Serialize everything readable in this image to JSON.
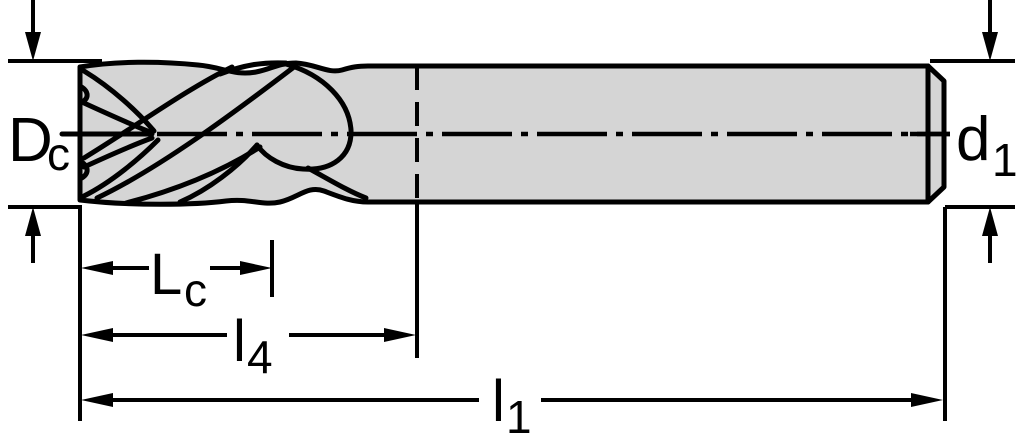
{
  "diagram": {
    "type": "technical-drawing",
    "subject": "end-mill-cutter-dimension-diagram",
    "labels": {
      "cutting_diameter": {
        "main": "D",
        "sub": "c"
      },
      "shank_diameter": {
        "main": "d",
        "sub": "1"
      },
      "length_of_cut": {
        "main": "L",
        "sub": "c"
      },
      "flute_length": {
        "main": "l",
        "sub": "4"
      },
      "overall_length": {
        "main": "l",
        "sub": "1"
      }
    },
    "colors": {
      "tool_fill": "#d5d5d5",
      "line": "#000000",
      "background": "#ffffff"
    }
  }
}
